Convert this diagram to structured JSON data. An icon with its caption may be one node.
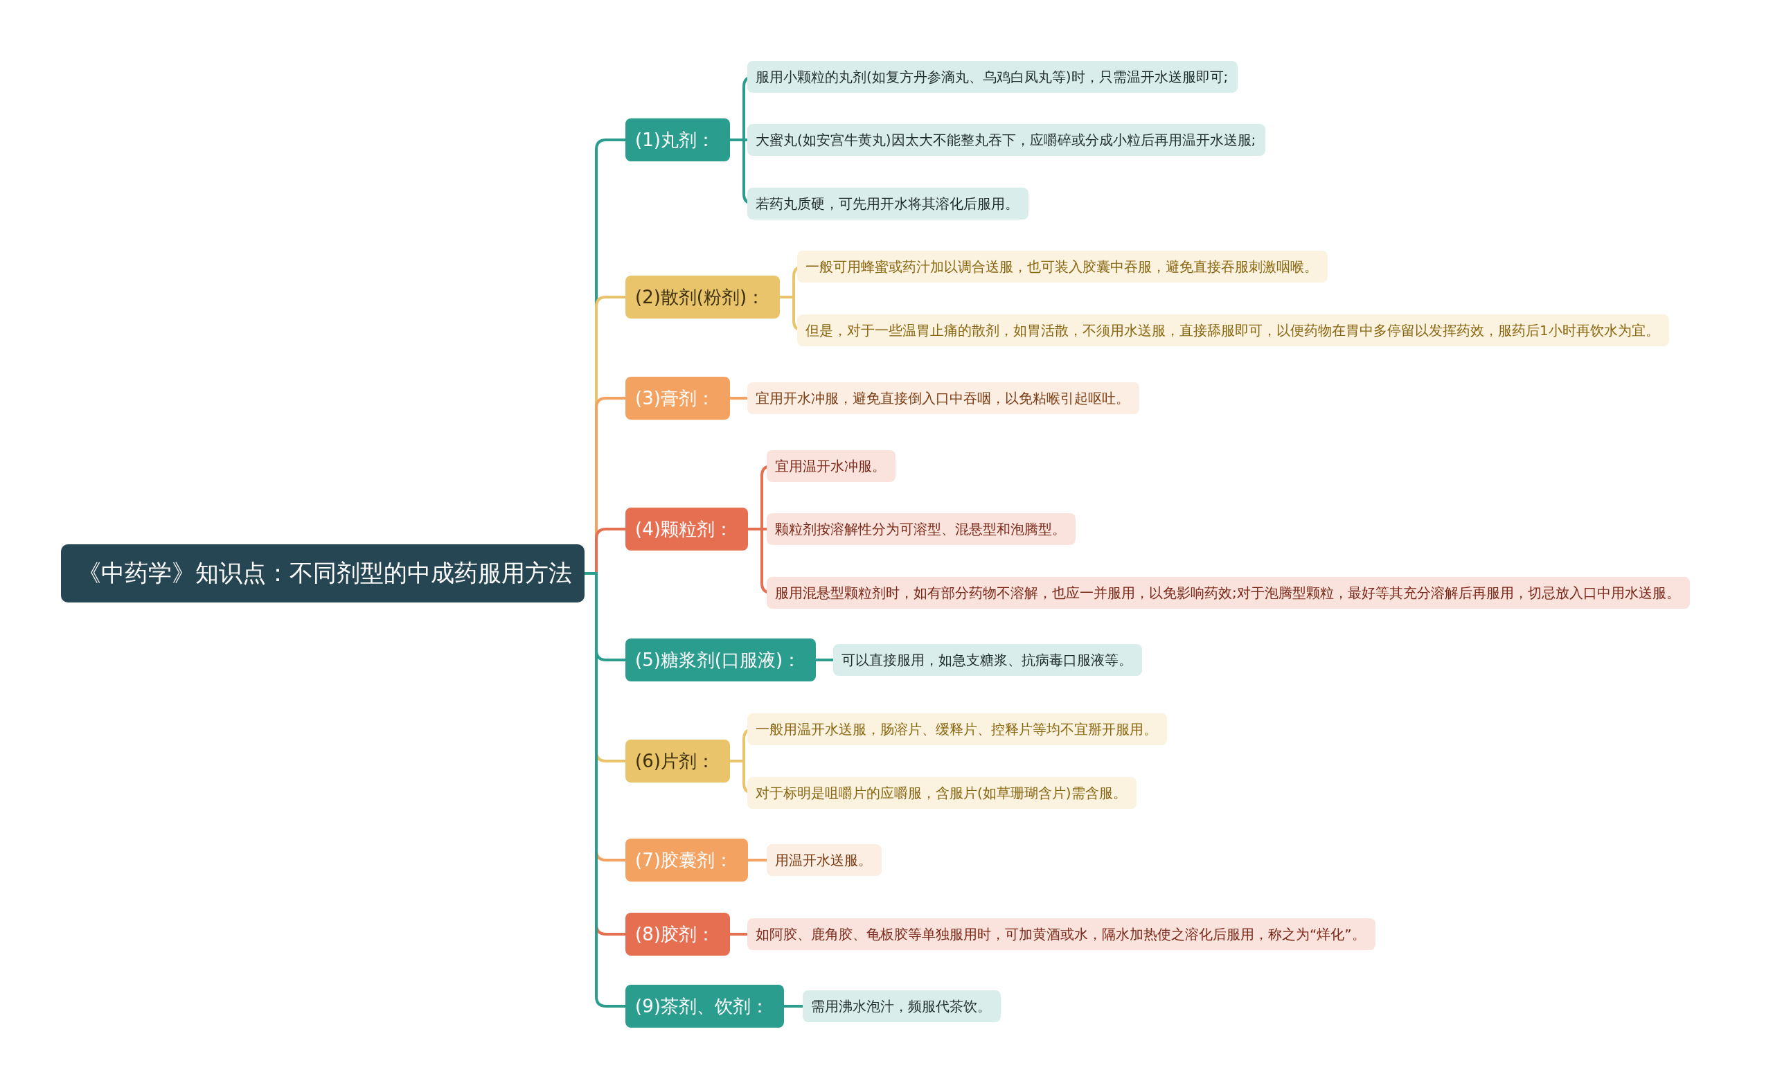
{
  "diagram": {
    "nodes": [
      {
        "text": [
          "《中药学》知识点：不同剂型的中成药服用方法"
        ]
      },
      {
        "text": [
          "(1)丸剂："
        ]
      },
      {
        "text": [
          "服用小颗粒的丸剂(如复方丹参滴丸、乌鸡白凤丸等)时，只需温开水送服即可;"
        ]
      },
      {
        "text": [
          "大蜜丸(如安宫牛黄丸)因太大不能整丸吞下，应嚼碎或分成小粒后再用温开水送服;"
        ]
      },
      {
        "text": [
          "若药丸质硬，可先用开水将其溶化后服用。"
        ]
      },
      {
        "text": [
          "(2)散剂(粉剂)："
        ]
      },
      {
        "text": [
          "一般可用蜂蜜或药汁加以调合送服，也可装入胶囊中吞服，避免直接吞服刺激咽喉。"
        ]
      },
      {
        "text": [
          "但是，对于一些温胃止痛的散剂，如胃活散，不须用水送服，直接舔服即可，以便药物在胃中多停留以发挥药效，服药后1小时再饮水为宜。"
        ]
      },
      {
        "text": [
          "(3)膏剂："
        ]
      },
      {
        "text": [
          "宜用开水冲服，避免直接倒入口中吞咽，以免粘喉引起呕吐。"
        ]
      },
      {
        "text": [
          "(4)颗粒剂："
        ]
      },
      {
        "text": [
          "宜用温开水冲服。"
        ]
      },
      {
        "text": [
          "颗粒剂按溶解性分为可溶型、混悬型和泡腾型。"
        ]
      },
      {
        "text": [
          "服用混悬型颗粒剂时，如有部分药物不溶解，也应一并服用，以免影响药效;对于泡腾型颗粒，最好等其充分溶解后再服用，切忌放入口中用水送服。"
        ]
      },
      {
        "text": [
          "(5)糖浆剂(口服液)："
        ]
      },
      {
        "text": [
          "可以直接服用，如急支糖浆、抗病毒口服液等。"
        ]
      },
      {
        "text": [
          "(6)片剂："
        ]
      },
      {
        "text": [
          "一般用温开水送服，肠溶片、缓释片、控释片等均不宜掰开服用。"
        ]
      },
      {
        "text": [
          "对于标明是咀嚼片的应嚼服，含服片(如草珊瑚含片)需含服。"
        ]
      },
      {
        "text": [
          "(7)胶囊剂："
        ]
      },
      {
        "text": [
          "用温开水送服。"
        ]
      },
      {
        "text": [
          "(8)胶剂："
        ]
      },
      {
        "text": [
          "如阿胶、鹿角胶、龟板胶等单独服用时，可加黄酒或水，隔水加热使之溶化后服用，称之为“烊化”。"
        ]
      },
      {
        "text": [
          "(9)茶剂、饮剂："
        ]
      },
      {
        "text": [
          "需用沸水泡汁，频服代茶饮。"
        ]
      }
    ],
    "edges": [
      {
        "from": 0,
        "to": 1,
        "arrow": "none",
        "color": "#2a9d8f"
      },
      {
        "from": 1,
        "to": 2,
        "arrow": "none",
        "color": "#2a9d8f"
      },
      {
        "from": 1,
        "to": 3,
        "arrow": "none",
        "color": "#2a9d8f"
      },
      {
        "from": 1,
        "to": 4,
        "arrow": "none",
        "color": "#2a9d8f"
      },
      {
        "from": 0,
        "to": 5,
        "arrow": "none",
        "color": "#e9c46a"
      },
      {
        "from": 5,
        "to": 6,
        "arrow": "none",
        "color": "#e9c46a"
      },
      {
        "from": 5,
        "to": 7,
        "arrow": "none",
        "color": "#e9c46a"
      },
      {
        "from": 0,
        "to": 8,
        "arrow": "none",
        "color": "#f4a261"
      },
      {
        "from": 8,
        "to": 9,
        "arrow": "none",
        "color": "#f4a261"
      },
      {
        "from": 0,
        "to": 10,
        "arrow": "none",
        "color": "#e76f51"
      },
      {
        "from": 10,
        "to": 11,
        "arrow": "none",
        "color": "#e76f51"
      },
      {
        "from": 10,
        "to": 12,
        "arrow": "none",
        "color": "#e76f51"
      },
      {
        "from": 10,
        "to": 13,
        "arrow": "none",
        "color": "#e76f51"
      },
      {
        "from": 0,
        "to": 14,
        "arrow": "none",
        "color": "#2a9d8f"
      },
      {
        "from": 14,
        "to": 15,
        "arrow": "none",
        "color": "#2a9d8f"
      },
      {
        "from": 0,
        "to": 16,
        "arrow": "none",
        "color": "#e9c46a"
      },
      {
        "from": 16,
        "to": 17,
        "arrow": "none",
        "color": "#e9c46a"
      },
      {
        "from": 16,
        "to": 18,
        "arrow": "none",
        "color": "#e9c46a"
      },
      {
        "from": 0,
        "to": 19,
        "arrow": "none",
        "color": "#f4a261"
      },
      {
        "from": 19,
        "to": 20,
        "arrow": "none",
        "color": "#f4a261"
      },
      {
        "from": 0,
        "to": 21,
        "arrow": "none",
        "color": "#e76f51"
      },
      {
        "from": 21,
        "to": 22,
        "arrow": "none",
        "color": "#e76f51"
      },
      {
        "from": 0,
        "to": 23,
        "arrow": "none",
        "color": "#2a9d8f"
      },
      {
        "from": 23,
        "to": 24,
        "arrow": "none",
        "color": "#2a9d8f"
      }
    ]
  }
}
